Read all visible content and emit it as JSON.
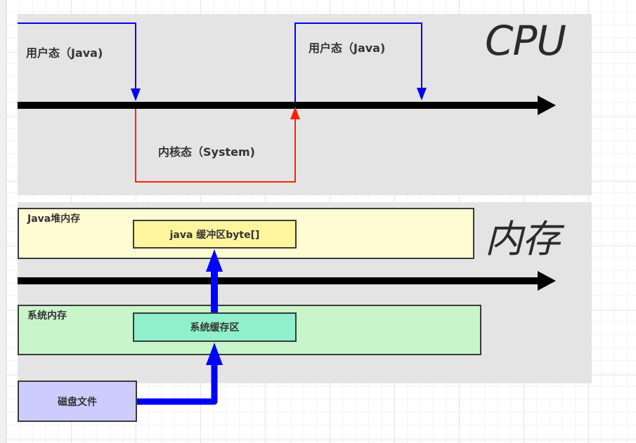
{
  "cpu": {
    "title": "CPU",
    "user_mode_1": "用户态（Java)",
    "kernel_mode": "内核态（System)",
    "user_mode_2": "用户态（Java)"
  },
  "memory": {
    "title": "内存",
    "java_heap": "Java堆内存",
    "java_buffer": "java 缓冲区byte[]",
    "system_memory": "系统内存",
    "system_cache": "系统缓存区",
    "disk_file": "磁盘文件"
  },
  "colors": {
    "user_mode_line": "#0000ee",
    "kernel_mode_line": "#ff2200",
    "data_flow_arrow": "#0000ff",
    "timeline": "#000000",
    "panel_bg": "#e4e4e4",
    "java_heap_bg": "#fffbd2",
    "java_buffer_bg": "#fff59d",
    "system_memory_bg": "#c9f5cb",
    "system_cache_bg": "#8ff0cb",
    "disk_file_bg": "#ccccff"
  }
}
